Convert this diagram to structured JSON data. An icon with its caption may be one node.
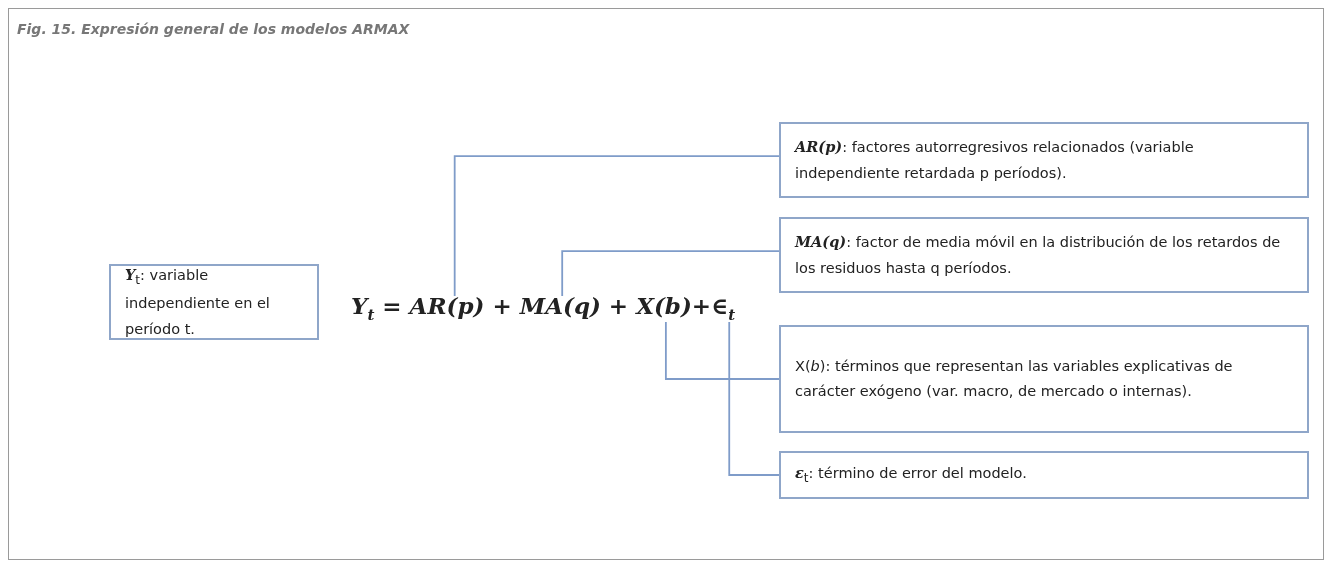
{
  "diagram": {
    "title": "Fig. 15. Expresión general de los modelos ARMAX",
    "nodes": [
      {
        "text": [
          "**Y**$_{t}$: variable independiente en el período t."
        ]
      },
      {
        "text": [
          "Y$_{t}$ = AR(p) + MA(q) + X(b)+∈$_{t}$"
        ]
      },
      {
        "text": [
          "**AR(p)**: factores autorregresivos relacionados (variable independiente retardada p períodos)."
        ]
      },
      {
        "text": [
          "**MA(q)**: factor de media móvil en la distribución de los retardos de los residuos hasta q períodos."
        ]
      },
      {
        "text": [
          "X(*b*): términos que representan las variables explicativas de carácter exógeno (var. macro, de mercado o internas)."
        ]
      },
      {
        "text": [
          "**ε**$_{t}$: término de error del modelo."
        ]
      }
    ],
    "edges": [
      {
        "from": 1,
        "to": 2,
        "arrow": "none"
      },
      {
        "from": 1,
        "to": 3,
        "arrow": "none"
      },
      {
        "from": 1,
        "to": 4,
        "arrow": "none"
      },
      {
        "from": 1,
        "to": 5,
        "arrow": "none"
      }
    ]
  }
}
